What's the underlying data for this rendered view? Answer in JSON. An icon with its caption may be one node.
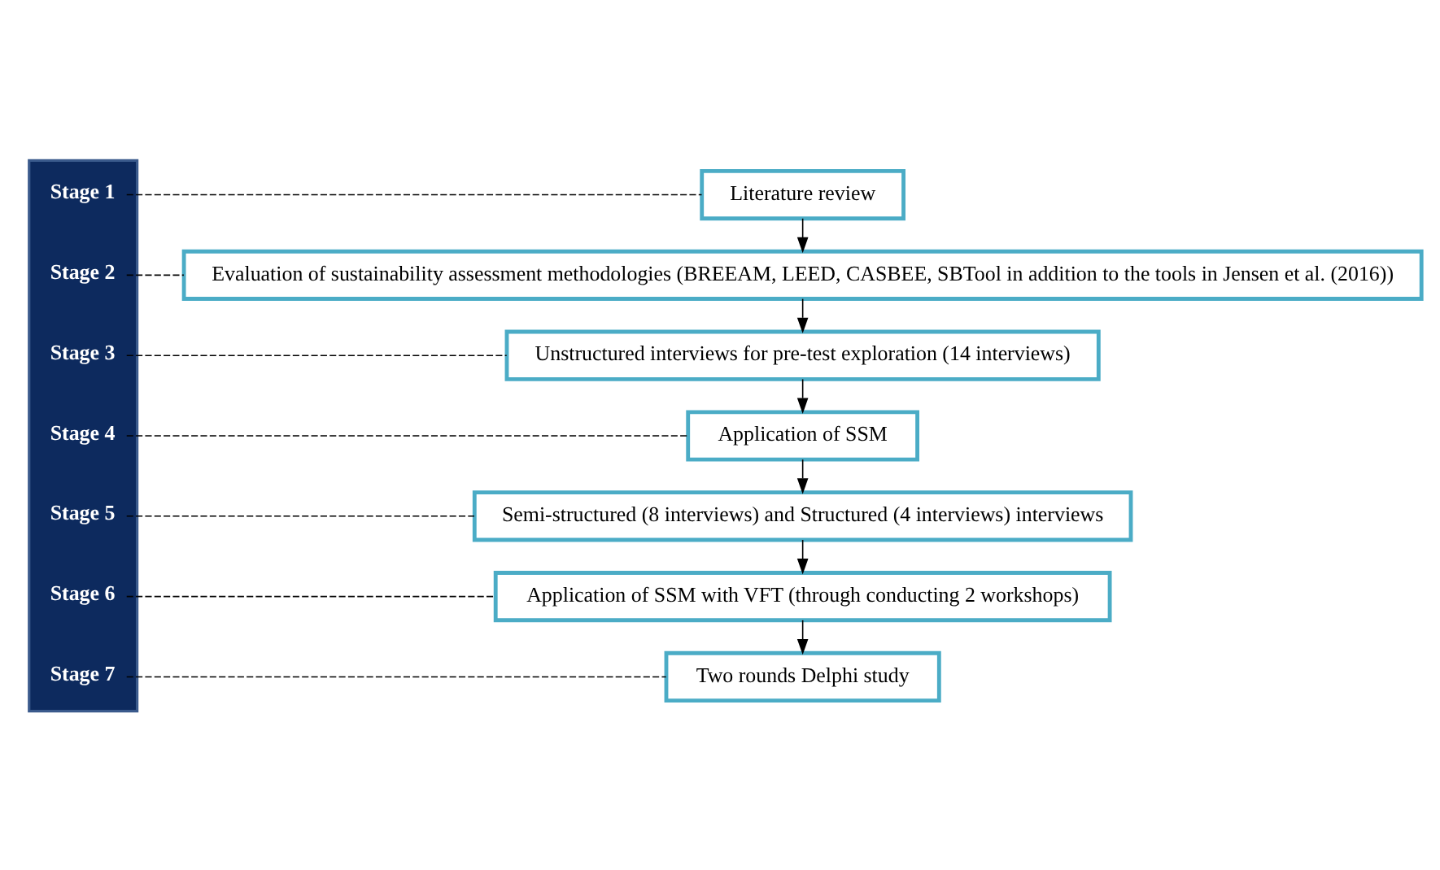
{
  "diagram": {
    "nodes": [
      {
        "text": [],
        "shape": "bar"
      },
      {
        "text": [
          "Stage 1"
        ],
        "in": 0
      },
      {
        "text": [
          "Stage 2"
        ],
        "in": 0
      },
      {
        "text": [
          "Stage 3"
        ],
        "in": 0
      },
      {
        "text": [
          "Stage 4"
        ],
        "in": 0
      },
      {
        "text": [
          "Stage 5"
        ],
        "in": 0
      },
      {
        "text": [
          "Stage 6"
        ],
        "in": 0
      },
      {
        "text": [
          "Stage 7"
        ],
        "in": 0
      },
      {
        "text": [
          "Literature review"
        ]
      },
      {
        "text": [
          "Evaluation of sustainability assessment methodologies (BREEAM, LEED, CASBEE, SBTool in addition to the tools in Jensen et al. (2016))"
        ]
      },
      {
        "text": [
          "Unstructured interviews for pre-test exploration (14 interviews)"
        ]
      },
      {
        "text": [
          "Application of SSM"
        ]
      },
      {
        "text": [
          "Semi-structured (8 interviews) and Structured (4 interviews) interviews"
        ]
      },
      {
        "text": [
          "Application of SSM with VFT (through conducting 2 workshops)"
        ]
      },
      {
        "text": [
          "Two rounds Delphi study"
        ]
      }
    ],
    "edges": [
      {
        "from": 1,
        "to": 8,
        "arrow": "none",
        "style": "dashed"
      },
      {
        "from": 8,
        "to": 9,
        "arrow": "to"
      },
      {
        "from": 2,
        "to": 9,
        "arrow": "none",
        "style": "dashed"
      },
      {
        "from": 9,
        "to": 10,
        "arrow": "to"
      },
      {
        "from": 3,
        "to": 10,
        "arrow": "none",
        "style": "dashed"
      },
      {
        "from": 10,
        "to": 11,
        "arrow": "to"
      },
      {
        "from": 4,
        "to": 11,
        "arrow": "none",
        "style": "dashed"
      },
      {
        "from": 11,
        "to": 12,
        "arrow": "to"
      },
      {
        "from": 5,
        "to": 12,
        "arrow": "none",
        "style": "dashed"
      },
      {
        "from": 12,
        "to": 13,
        "arrow": "to"
      },
      {
        "from": 6,
        "to": 13,
        "arrow": "none",
        "style": "dashed"
      },
      {
        "from": 13,
        "to": 14,
        "arrow": "to"
      },
      {
        "from": 7,
        "to": 14,
        "arrow": "none",
        "style": "dashed"
      }
    ]
  }
}
